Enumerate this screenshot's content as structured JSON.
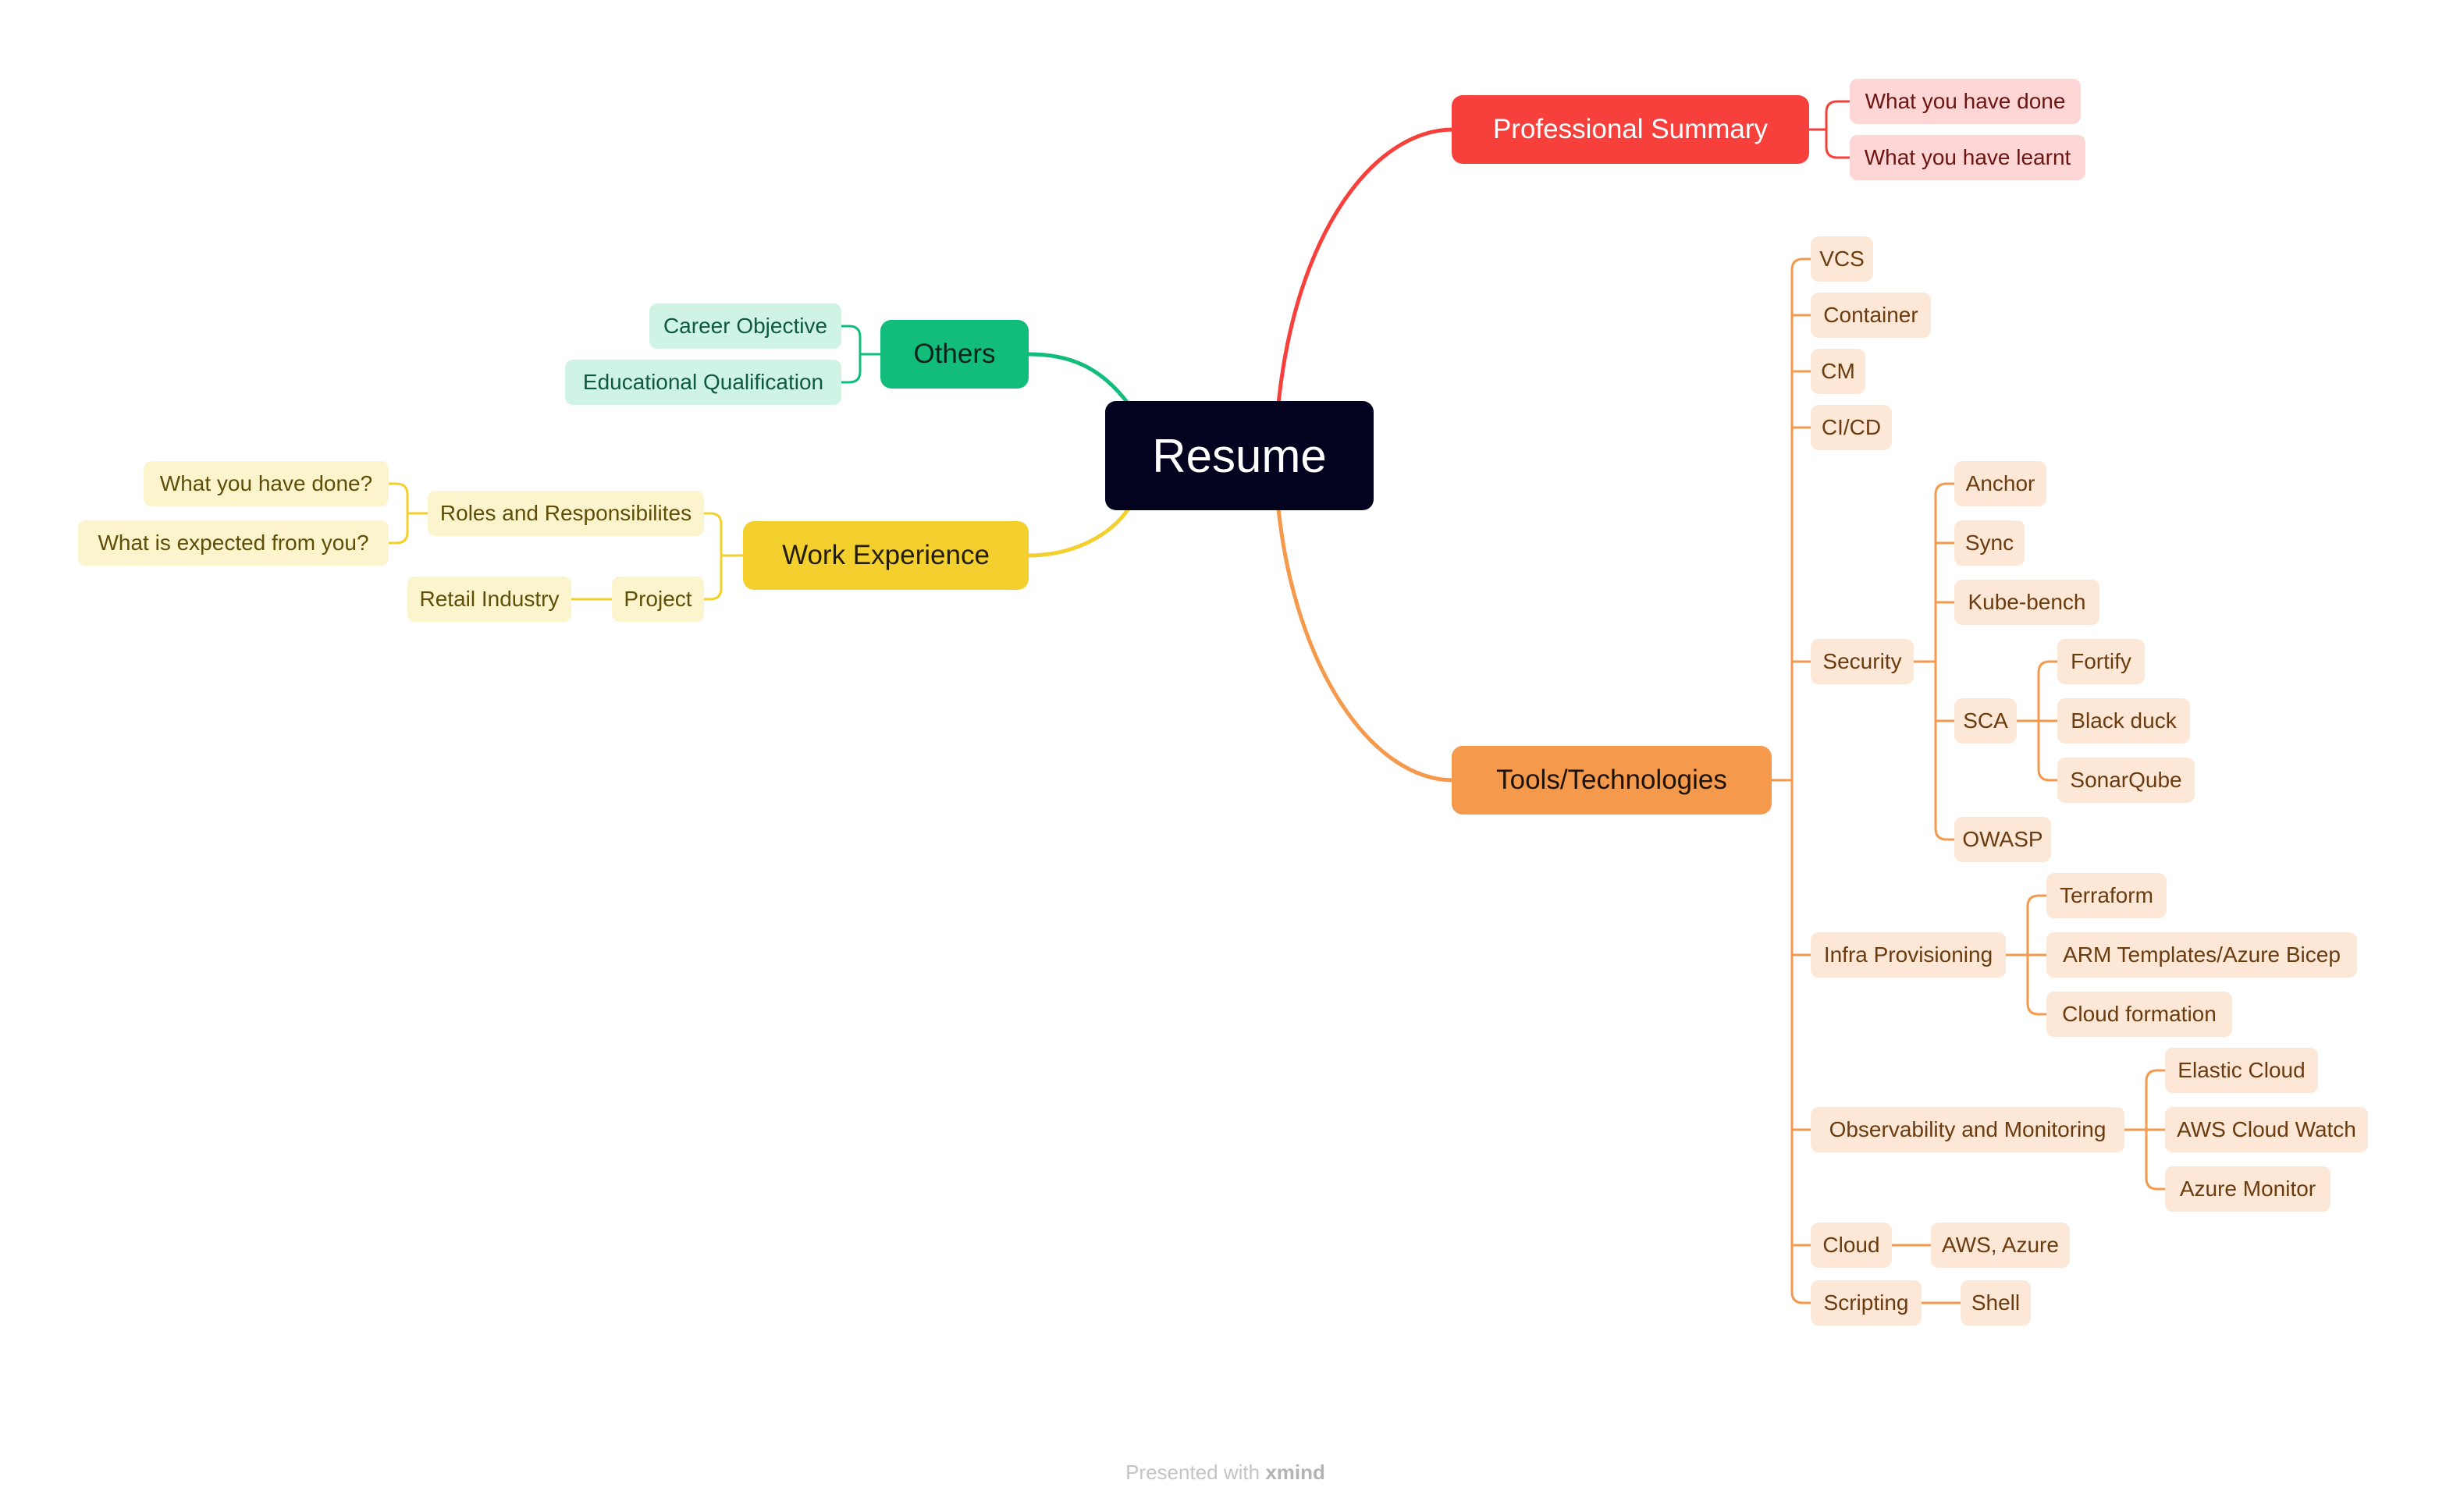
{
  "root": {
    "label": "Resume"
  },
  "professional_summary": {
    "label": "Professional Summary",
    "children": [
      "What you have done",
      "What you have learnt"
    ]
  },
  "tools": {
    "label": "Tools/Technologies",
    "vcs": "VCS",
    "container": "Container",
    "cm": "CM",
    "cicd": "CI/CD",
    "security": {
      "label": "Security",
      "anchor": "Anchor",
      "sync": "Sync",
      "kube_bench": "Kube-bench",
      "sca": {
        "label": "SCA",
        "children": [
          "Fortify",
          "Black duck",
          "SonarQube"
        ]
      },
      "owasp": "OWASP"
    },
    "infra": {
      "label": "Infra Provisioning",
      "children": [
        "Terraform",
        "ARM Templates/Azure Bicep",
        "Cloud formation"
      ]
    },
    "observability": {
      "label": "Observability and Monitoring",
      "children": [
        "Elastic Cloud",
        "AWS Cloud Watch",
        "Azure Monitor"
      ]
    },
    "cloud": {
      "label": "Cloud",
      "child": "AWS, Azure"
    },
    "scripting": {
      "label": "Scripting",
      "child": "Shell"
    }
  },
  "others": {
    "label": "Others",
    "children": [
      "Career Objective",
      "Educational Qualification"
    ]
  },
  "work_experience": {
    "label": "Work Experience",
    "roles": {
      "label": "Roles and Responsibilites",
      "children": [
        "What you have done?",
        "What is expected from you?"
      ]
    },
    "project": {
      "label": "Project",
      "child": "Retail Industry"
    }
  },
  "footer": {
    "prefix": "Presented with",
    "brand": "xmind"
  },
  "colors": {
    "root": "#03021f",
    "professional_summary": "#f7403c",
    "tools": "#f59a4c",
    "others": "#12bc7b",
    "work_experience": "#f3d02d"
  }
}
